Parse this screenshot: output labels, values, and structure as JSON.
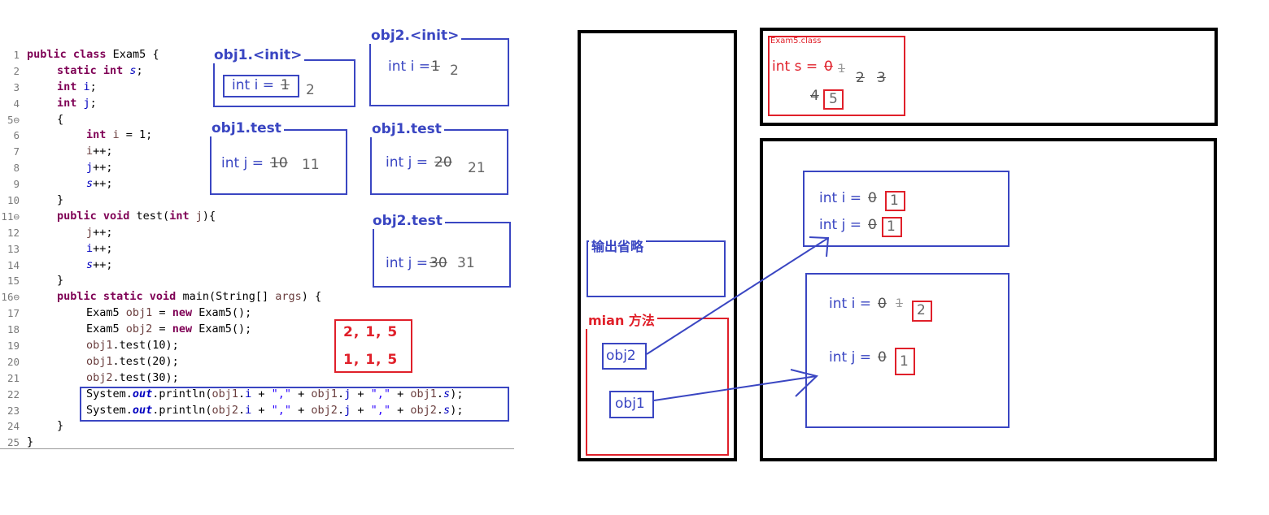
{
  "code": {
    "lines": [
      {
        "num": "1",
        "text": "public class Exam5 {"
      },
      {
        "num": "2",
        "text": "static int s;"
      },
      {
        "num": "3",
        "text": "int i;"
      },
      {
        "num": "4",
        "text": "int j;"
      },
      {
        "num": "5⊖",
        "text": "{"
      },
      {
        "num": "6",
        "text": "int i = 1;"
      },
      {
        "num": "7",
        "text": "i++;"
      },
      {
        "num": "8",
        "text": "j++;"
      },
      {
        "num": "9",
        "text": "s++;"
      },
      {
        "num": "10",
        "text": "}"
      },
      {
        "num": "11⊖",
        "text": "public void test(int j){"
      },
      {
        "num": "12",
        "text": "j++;"
      },
      {
        "num": "13",
        "text": "i++;"
      },
      {
        "num": "14",
        "text": "s++;"
      },
      {
        "num": "15",
        "text": "}"
      },
      {
        "num": "16⊖",
        "text": "public static void main(String[] args) {"
      },
      {
        "num": "17",
        "text": "Exam5 obj1 = new Exam5();"
      },
      {
        "num": "18",
        "text": "Exam5 obj2 = new Exam5();"
      },
      {
        "num": "19",
        "text": "obj1.test(10);"
      },
      {
        "num": "20",
        "text": "obj1.test(20);"
      },
      {
        "num": "21",
        "text": "obj2.test(30);"
      },
      {
        "num": "22",
        "text": "System.out.println(obj1.i + \",\" + obj1.j + \",\" + obj1.s);"
      },
      {
        "num": "23",
        "text": "System.out.println(obj2.i + \",\" + obj2.j + \",\" + obj2.s);"
      },
      {
        "num": "24",
        "text": "}"
      },
      {
        "num": "25",
        "text": "}"
      }
    ]
  },
  "frames": {
    "obj1_init": {
      "label": "obj1.<init>",
      "var": "int i = ",
      "old": "1",
      "new": "2"
    },
    "obj2_init": {
      "label": "obj2.<init>",
      "var": "int i =",
      "old": "1",
      "new": "2"
    },
    "obj1_test_a": {
      "label": "obj1.test",
      "var": "int j = ",
      "old": "10",
      "new": "11"
    },
    "obj1_test_b": {
      "label": "obj1.test",
      "var": "int j = ",
      "old": "20",
      "new": "21"
    },
    "obj2_test": {
      "label": "obj2.test",
      "var": "int j =",
      "old": "30",
      "new": "31"
    }
  },
  "output": {
    "line1": "2, 1, 5",
    "line2": "1, 1, 5"
  },
  "stack": {
    "omitted_label": "输出省略",
    "main_label": "mian 方法",
    "obj2": "obj2",
    "obj1": "obj1"
  },
  "method_area": {
    "class_label": "Exam5.class",
    "var": "int s = ",
    "old_values": [
      "0",
      "1",
      "2",
      "3",
      "4"
    ],
    "final": "5"
  },
  "heap": {
    "obj_a": {
      "i_var": "int i = ",
      "i_old": "0",
      "i_new": "1",
      "j_var": "int j = ",
      "j_old": "0",
      "j_new": "1"
    },
    "obj_b": {
      "i_var": "int i = ",
      "i_old": [
        "0",
        "1"
      ],
      "i_new": "2",
      "j_var": "int j = ",
      "j_old": "0",
      "j_new": "1"
    }
  },
  "colors": {
    "blue": "#3a46c2",
    "red": "#e0202a",
    "black": "#000000"
  }
}
